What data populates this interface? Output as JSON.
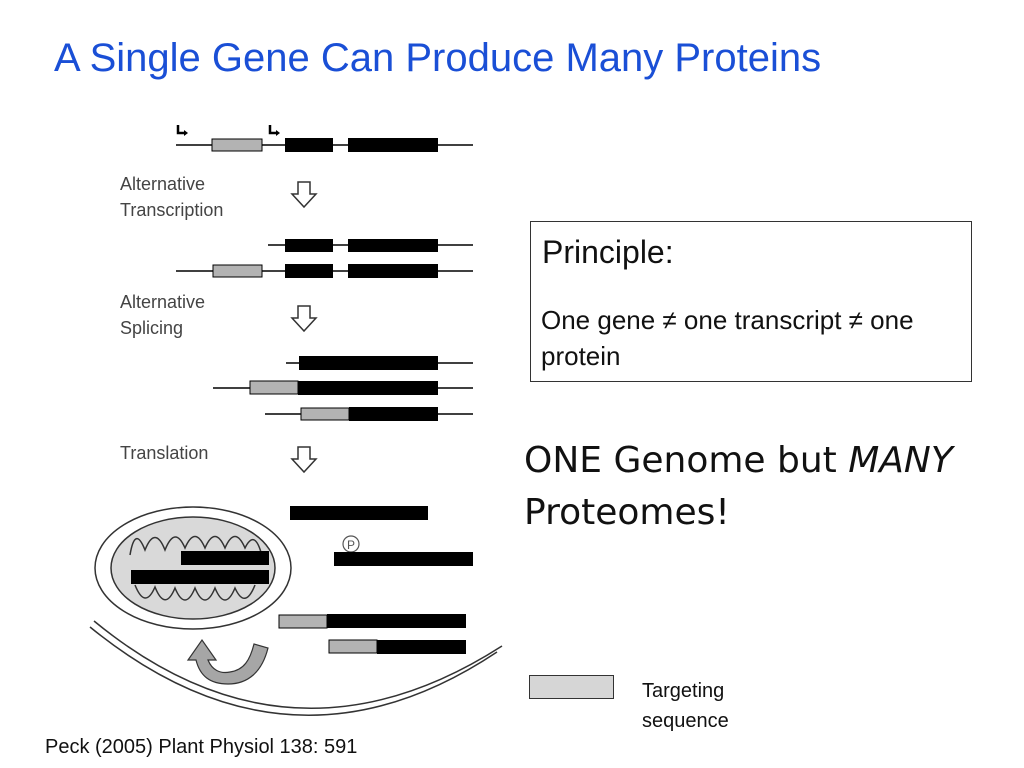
{
  "title": "A Single Gene Can Produce Many Proteins",
  "figure": {
    "steps": {
      "transcription": [
        "Alternative",
        "Transcription"
      ],
      "splicing": [
        "Alternative",
        "Splicing"
      ],
      "translation": "Translation"
    },
    "phospho_label": "P"
  },
  "principle": {
    "heading": "Principle:",
    "text": "One gene ≠ one transcript ≠ one protein"
  },
  "highlight": {
    "line1_prefix": "ONE Genome but ",
    "line1_emphasis": "MANY",
    "line2": "Proteomes!"
  },
  "legend": {
    "label": "Targeting sequence",
    "swatch_color": "#d6d6d6"
  },
  "citation": "Peck (2005) Plant Physiol 138: 591",
  "colors": {
    "title": "#1a4fd6",
    "exon": "#000000",
    "targeting": "#b3b3b3",
    "organelle": "#d9d9d9"
  }
}
